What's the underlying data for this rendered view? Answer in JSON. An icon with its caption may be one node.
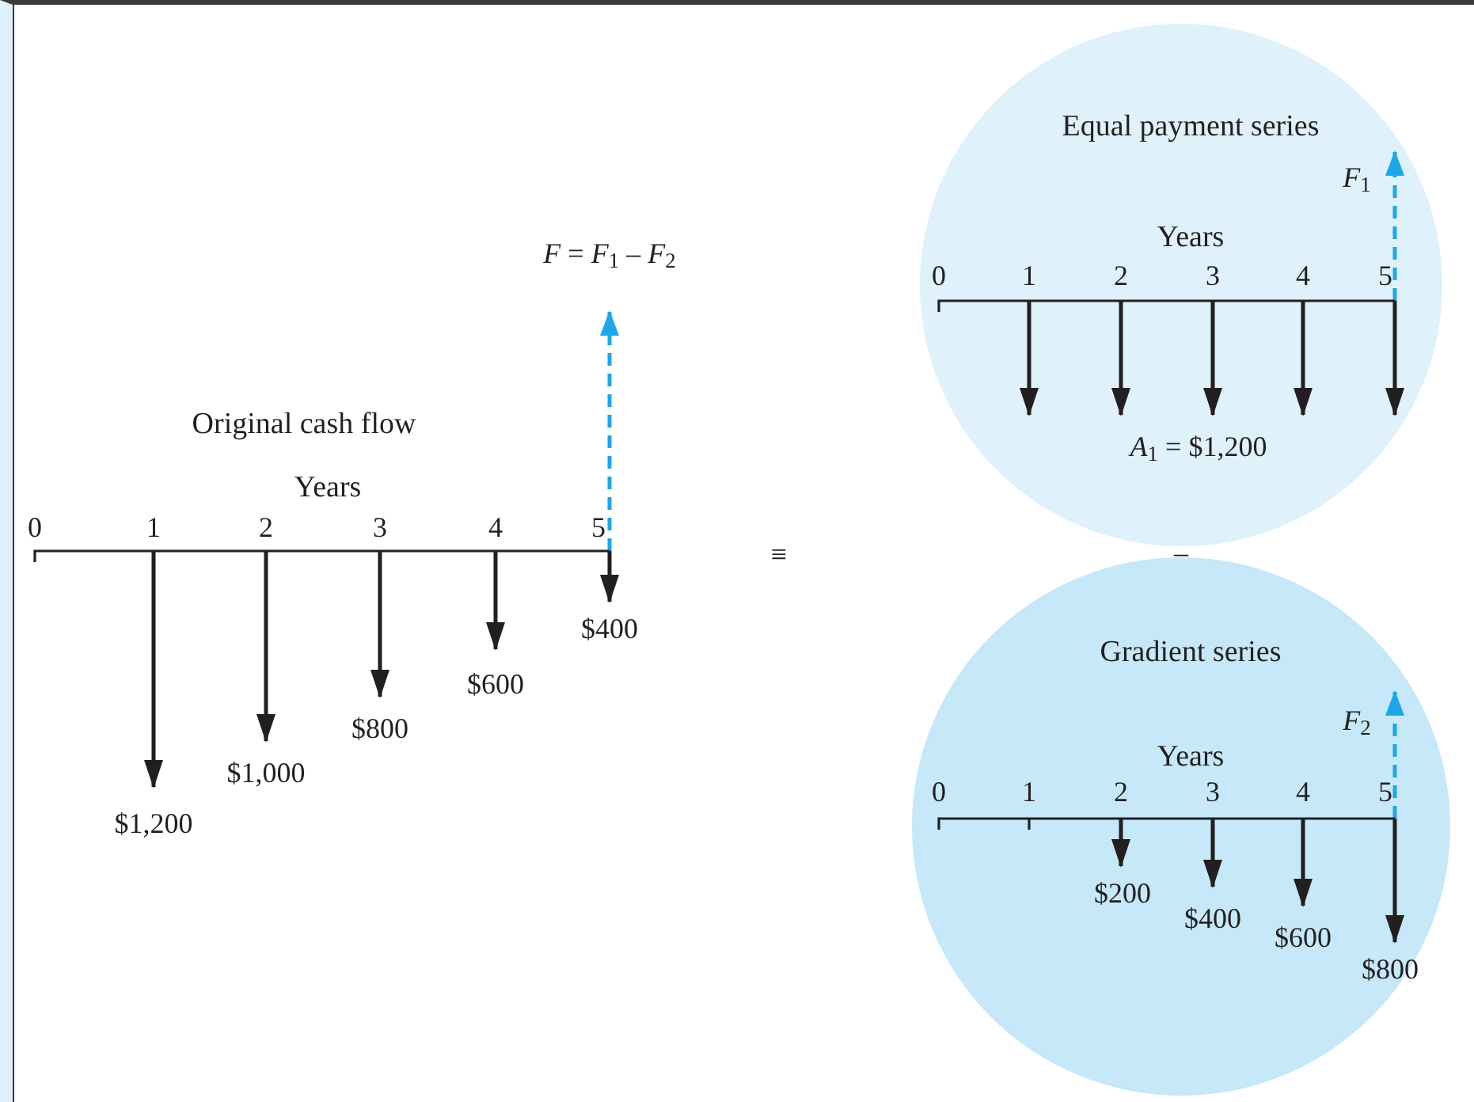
{
  "diagram": {
    "nodes": [
      {
        "text": [
          "Equal payment series",
          "*F*$_{1}$",
          "Years",
          "0",
          "1",
          "2",
          "3",
          "4",
          "5",
          "*A*$_{1}$ = $1,200"
        ]
      },
      {
        "text": [
          "Gradient series",
          "*F*$_{2}$",
          "Years",
          "0",
          "1",
          "2",
          "3",
          "4",
          "5",
          "$200",
          "$400",
          "$600",
          "$800"
        ]
      }
    ],
    "labels": [
      "*F* = *F*$_{1}$ – *F*$_{2}$",
      "Original cash flow",
      "Years",
      "0",
      "1",
      "2",
      "3",
      "4",
      "5",
      "$400",
      "$600",
      "$800",
      "$1,000",
      "$1,200",
      "≡",
      "–"
    ]
  }
}
